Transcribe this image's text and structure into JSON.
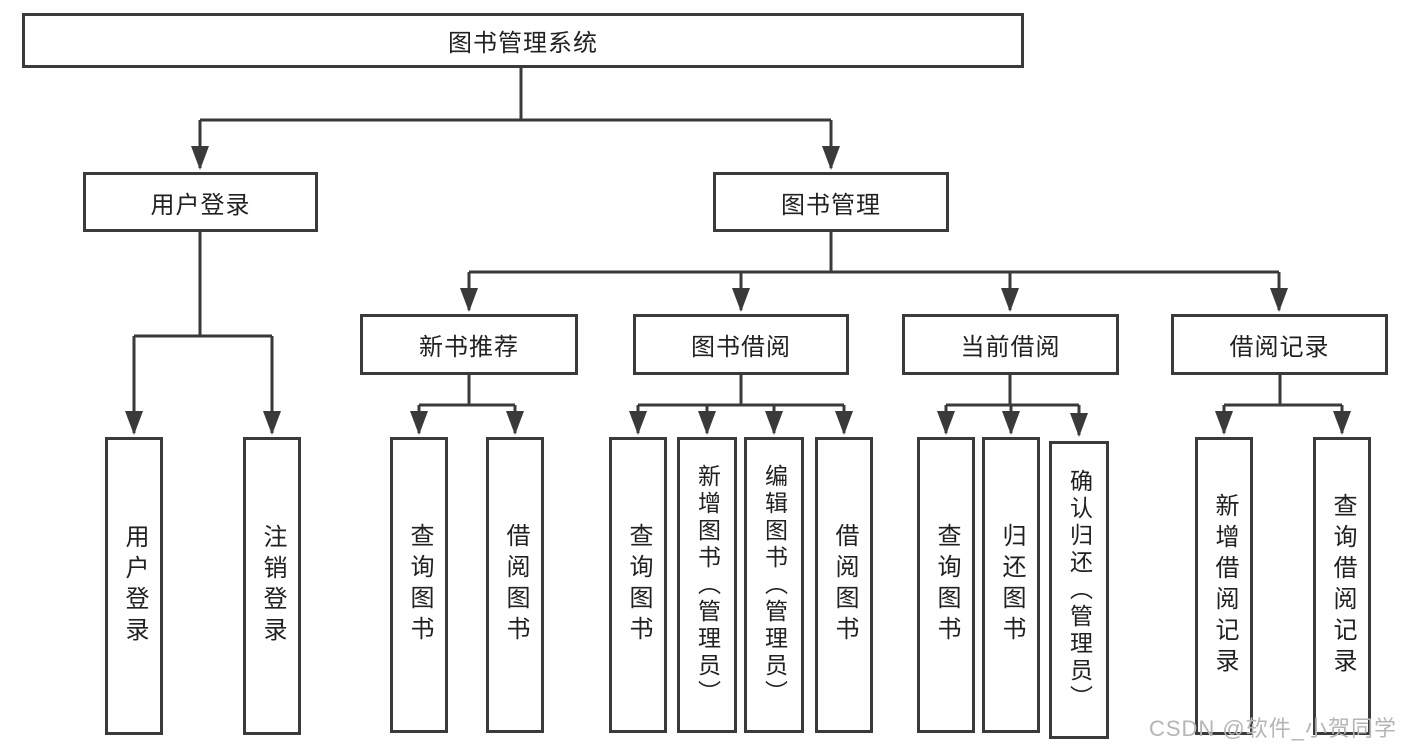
{
  "diagram": {
    "line_color": "#3a3a3a",
    "background_color": "#ffffff",
    "text_color": "#212121"
  },
  "tree": {
    "label": "图书管理系统",
    "children": [
      {
        "label": "用户登录",
        "children": [
          {
            "label": "用户登录"
          },
          {
            "label": "注销登录"
          }
        ]
      },
      {
        "label": "图书管理",
        "children": [
          {
            "label": "新书推荐",
            "children": [
              {
                "label": "查询图书"
              },
              {
                "label": "借阅图书"
              }
            ]
          },
          {
            "label": "图书借阅",
            "children": [
              {
                "label": "查询图书"
              },
              {
                "label": "新增图书（管理员）"
              },
              {
                "label": "编辑图书（管理员）"
              },
              {
                "label": "借阅图书"
              }
            ]
          },
          {
            "label": "当前借阅",
            "children": [
              {
                "label": "查询图书"
              },
              {
                "label": "归还图书"
              },
              {
                "label": "确认归还（管理员）"
              }
            ]
          },
          {
            "label": "借阅记录",
            "children": [
              {
                "label": "新增借阅记录"
              },
              {
                "label": "查询借阅记录"
              }
            ]
          }
        ]
      }
    ]
  },
  "watermark": {
    "text": "CSDN @软件_小贺同学",
    "color": "#b5b5b5"
  }
}
